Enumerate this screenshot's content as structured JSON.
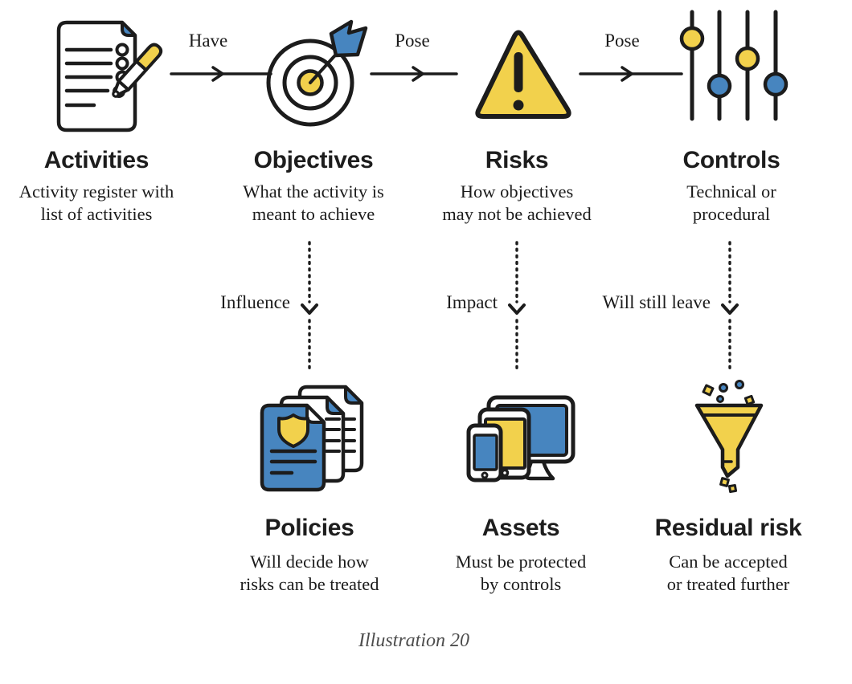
{
  "palette": {
    "yellow": "#F2D14C",
    "blue": "#4785BF",
    "outline": "#1C1C1C",
    "text": "#1B1B1B",
    "caption_gray": "#4D4D4D",
    "background": "#FFFFFF"
  },
  "flow_top": {
    "nodes": [
      {
        "title": "Activities",
        "description": "Activity register with\nlist of activities",
        "icon": "checklist-pencil-icon"
      },
      {
        "title": "Objectives",
        "description": "What the activity is\nmeant to achieve",
        "icon": "target-arrow-icon"
      },
      {
        "title": "Risks",
        "description": "How objectives\nmay not be achieved",
        "icon": "warning-triangle-icon"
      },
      {
        "title": "Controls",
        "description": "Technical or\nprocedural",
        "icon": "sliders-icon"
      }
    ],
    "arrows": [
      {
        "label": "Have"
      },
      {
        "label": "Pose"
      },
      {
        "label": "Pose"
      }
    ]
  },
  "flow_bottom": {
    "nodes": [
      {
        "title": "Policies",
        "description": "Will decide how\nrisks can be treated",
        "icon": "policy-documents-icon"
      },
      {
        "title": "Assets",
        "description": "Must be protected\nby controls",
        "icon": "devices-icon"
      },
      {
        "title": "Residual risk",
        "description": "Can be accepted\nor treated further",
        "icon": "funnel-icon"
      }
    ],
    "arrows": [
      {
        "label": "Influence"
      },
      {
        "label": "Impact"
      },
      {
        "label": "Will still leave"
      }
    ]
  },
  "caption": "Illustration 20"
}
